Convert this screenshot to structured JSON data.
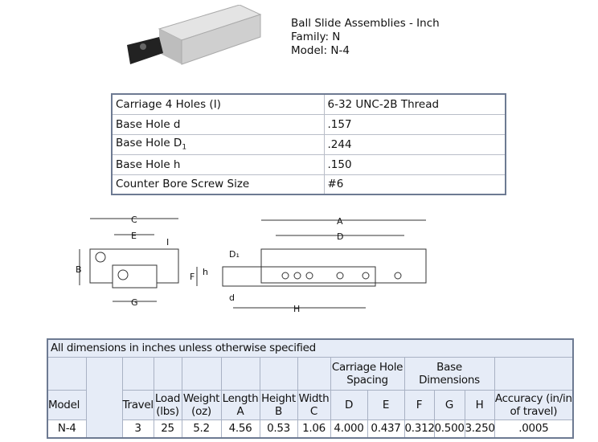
{
  "product": {
    "title": "Ball Slide Assemblies - Inch",
    "family": "Family: N",
    "model": "Model: N-4"
  },
  "specs": [
    {
      "label": "Carriage 4 Holes (I)",
      "value": "6-32 UNC-2B Thread"
    },
    {
      "label": "Base Hole d",
      "value": ".157"
    },
    {
      "label": "Base Hole D",
      "label_sub": "1",
      "value": ".244"
    },
    {
      "label": "Base Hole h",
      "value": ".150"
    },
    {
      "label": "Counter Bore Screw Size",
      "value": "#6"
    }
  ],
  "drawing": {
    "labels": {
      "C": "C",
      "E": "E",
      "I": "I",
      "B": "B",
      "G": "G",
      "A": "A",
      "D": "D",
      "D1": "D₁",
      "h": "h",
      "F": "F",
      "d": "d",
      "H": "H"
    }
  },
  "dims": {
    "caption": "All dimensions in inches unless otherwise specified",
    "group_carriage": "Carriage Hole Spacing",
    "group_base": "Base Dimensions",
    "headers": {
      "model": "Model",
      "travel": "Travel",
      "load": "Load (lbs)",
      "weight": "Weight (oz)",
      "length": "Length A",
      "height": "Height B",
      "width": "Width C",
      "D": "D",
      "E": "E",
      "F": "F",
      "G": "G",
      "H": "H",
      "accuracy": "Accuracy (in/in of travel)"
    },
    "row": {
      "model": "N-4",
      "travel": "3",
      "load": "25",
      "weight": "5.2",
      "length": "4.56",
      "height": "0.53",
      "width": "1.06",
      "D": "4.000",
      "E": "0.437",
      "F": "0.312",
      "G": "0.500",
      "H": "3.250",
      "accuracy": ".0005"
    }
  }
}
